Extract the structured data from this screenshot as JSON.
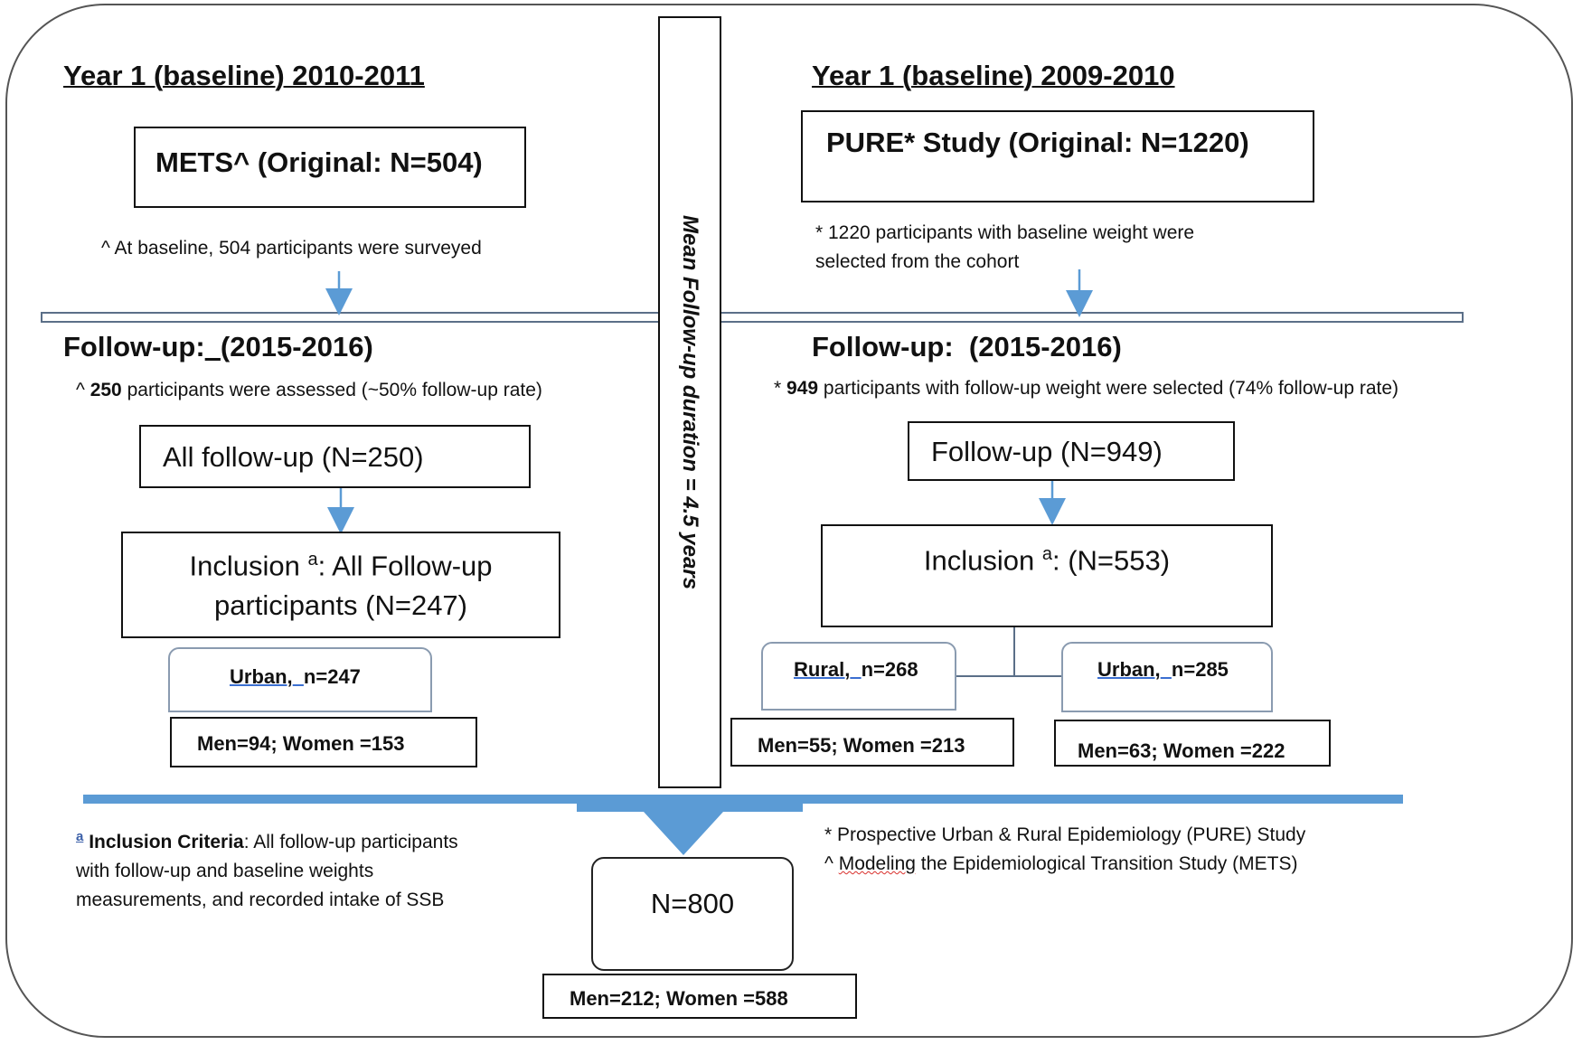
{
  "left": {
    "year_heading": "Year 1 (baseline) 2010-2011",
    "study_box": "METS^ (Original: N=504)",
    "baseline_note": "^ At baseline, 504 participants were surveyed",
    "followup_heading_a": "Follow-up:",
    "followup_heading_b": "(2015-2016)",
    "followup_note_prefix": "^ ",
    "followup_note_bold": "250",
    "followup_note_rest": " participants were assessed (~50% follow-up rate)",
    "all_followup_box": "All follow-up (N=250)",
    "inclusion_line1_a": "Inclusion ",
    "inclusion_sup": "a",
    "inclusion_line1_b": ": All Follow-up",
    "inclusion_line2": "participants (N=247)",
    "urban_label": "Urban,",
    "urban_n": "n=247",
    "sex_split": "Men=94; Women =153"
  },
  "right": {
    "year_heading": "Year 1 (baseline) 2009-2010",
    "study_box": "PURE* Study (Original: N=1220)",
    "baseline_note_line1": "* 1220 participants with baseline weight were",
    "baseline_note_line2": "selected from the cohort",
    "followup_heading_a": "Follow-up:",
    "followup_heading_b": "(2015-2016)",
    "followup_note_prefix": "* ",
    "followup_note_bold": "949",
    "followup_note_rest": " participants with follow-up weight were selected (74% follow-up rate)",
    "followup_box": "Follow-up (N=949)",
    "inclusion_a": "Inclusion ",
    "inclusion_sup": "a",
    "inclusion_b": ": (N=553)",
    "rural_label": "Rural,",
    "rural_n": "n=268",
    "rural_sex_split": "Men=55; Women =213",
    "urban_label": "Urban,",
    "urban_n": "n=285",
    "urban_sex_split": "Men=63; Women =222"
  },
  "center": {
    "vertical_label": "Mean Follow-up duration = 4.5 years",
    "total_box": "N=800",
    "total_sex_split": "Men=212; Women =588"
  },
  "footnotes": {
    "inclusion_marker": "a",
    "inclusion_title": "Inclusion Criteria",
    "inclusion_line1_rest": ": All follow-up participants",
    "inclusion_line2": "with follow-up and baseline weights",
    "inclusion_line3": "measurements, and recorded intake of SSB",
    "pure_def": "* Prospective Urban & Rural Epidemiology (PURE) Study",
    "mets_def_a": "^ ",
    "mets_def_b": "Modeling",
    "mets_def_c": " the Epidemiological Transition Study (METS)"
  },
  "colors": {
    "arrow_blue": "#5b9bd5",
    "divider_blue": "#5b9bd5",
    "frame": "#555555"
  }
}
